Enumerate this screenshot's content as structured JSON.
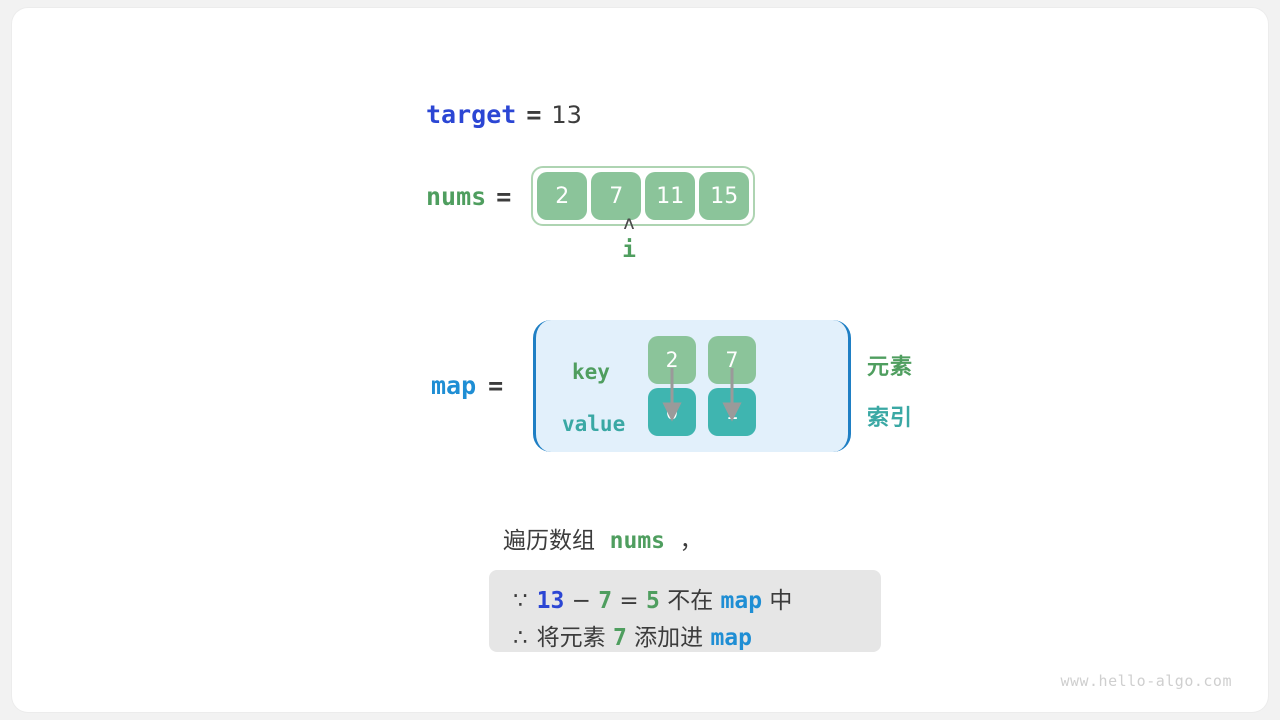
{
  "target": {
    "name": "target",
    "equals": "=",
    "value": "13"
  },
  "nums": {
    "name": "nums",
    "equals": "=",
    "cells": [
      "2",
      "7",
      "11",
      "15"
    ],
    "pointer": {
      "caret": "ʌ",
      "label": "i",
      "index": 1
    }
  },
  "map": {
    "name": "map",
    "equals": "=",
    "key_label": "key",
    "value_label": "value",
    "keys": [
      "2",
      "7"
    ],
    "values": [
      "0",
      "1"
    ],
    "legend_element": "元素",
    "legend_index": "索引"
  },
  "caption": {
    "prefix": "遍历数组",
    "code": "nums",
    "suffix": "，"
  },
  "note": {
    "line1": {
      "symbol": "∵",
      "a": "13",
      "minus": "−",
      "b": "7",
      "eq": "=",
      "result": "5",
      "text": "不在",
      "map": "map",
      "tail": "中"
    },
    "line2": {
      "symbol": "∴",
      "text": "将元素",
      "value": "7",
      "text2": "添加进",
      "map": "map"
    }
  },
  "watermark": "www.hello-algo.com",
  "colors": {
    "array_cell": "#8bc49a",
    "array_border": "#aed4b2",
    "map_bg": "#e2f0fb",
    "map_border": "#1f7fc4",
    "value_cell": "#3fb5b0",
    "green_text": "#4f9e5f",
    "blue_text": "#2b46d4",
    "map_blue": "#1f8ed4",
    "teal_text": "#3aa8a4",
    "note_bg": "#e6e6e6"
  }
}
